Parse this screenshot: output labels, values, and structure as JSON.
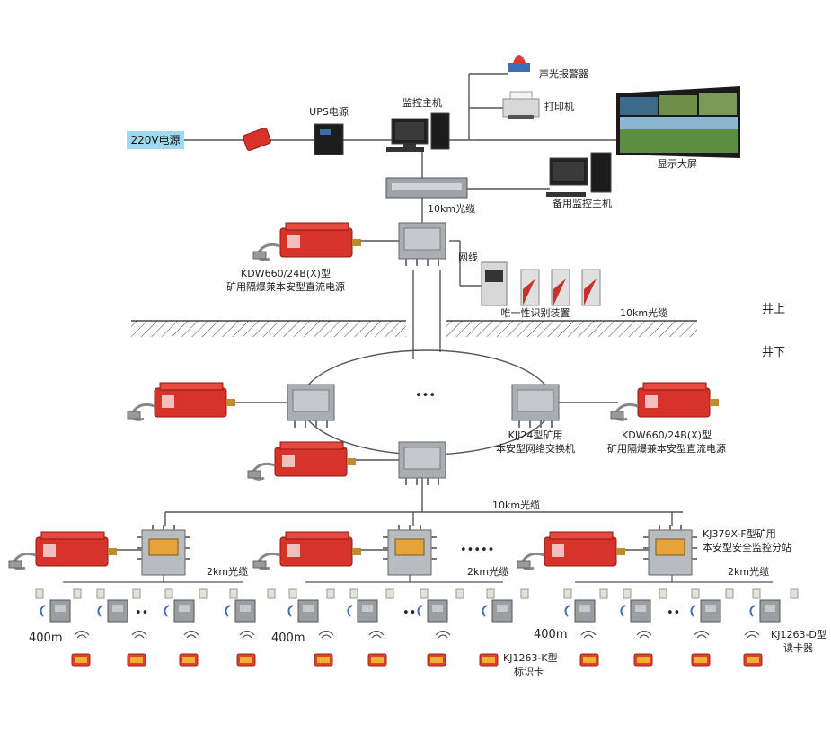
{
  "power": {
    "source_220v": "220V电源",
    "ups": "UPS电源"
  },
  "surface": {
    "monitor_host": "监控主机",
    "alarm": "声光报警器",
    "printer": "打印机",
    "display_wall": "显示大屏",
    "backup_host": "备用监控主机",
    "fiber_top": "10km光缆",
    "network_cable": "网线",
    "unique_id_device": "唯一性识别装置",
    "fiber_right": "10km光缆",
    "above_ground": "井上",
    "power_supply_line1": "KDW660/24B(X)型",
    "power_supply_line2": "矿用隔爆兼本安型直流电源"
  },
  "underground": {
    "below_ground": "井下",
    "ellipsis": "•••",
    "switch_line1": "KJJ24型矿用",
    "switch_line2": "本安型网络交换机",
    "psu_line1": "KDW660/24B(X)型",
    "psu_line2": "矿用隔爆兼本安型直流电源",
    "fiber_mid": "10km光缆",
    "substation_line1": "KJ379X-F型矿用",
    "substation_line2": "本安型安全监控分站",
    "substation_ellipsis": "•••••",
    "fiber_2km_a": "2km光缆",
    "fiber_2km_b": "2km光缆",
    "fiber_2km_c": "2km光缆",
    "dist_a": "400m",
    "dist_b": "400m",
    "dist_c": "400m",
    "reader_line1": "KJ1263-D型",
    "reader_line2": "读卡器",
    "card_line1": "KJ1263-K型",
    "card_line2": "标识卡",
    "dots": "••"
  },
  "colors": {
    "cable": "#555555",
    "psu_red": "#d8332a",
    "switch_gray": "#a9aeb0",
    "source_blue": "#9fd9ee"
  }
}
